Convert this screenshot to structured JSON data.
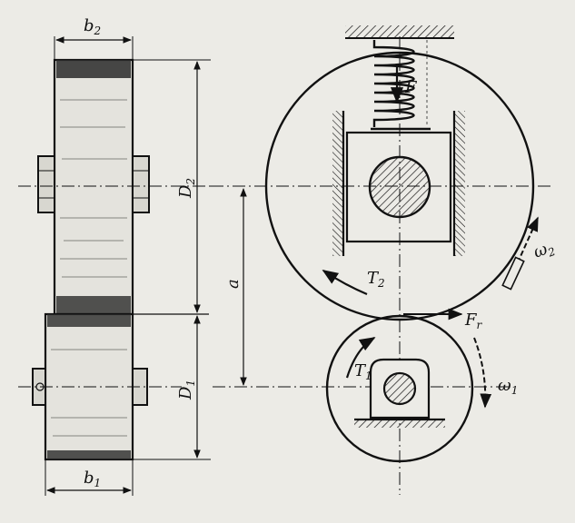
{
  "labels": {
    "b2": {
      "main": "b",
      "sub": "2"
    },
    "b1": {
      "main": "b",
      "sub": "1"
    },
    "D2": {
      "main": "D",
      "sub": "2"
    },
    "D1": {
      "main": "D",
      "sub": "1"
    },
    "a": {
      "main": "a",
      "sub": ""
    },
    "F": {
      "main": "F",
      "sub": ""
    },
    "Fr": {
      "main": "F",
      "sub": "r"
    },
    "T2": {
      "main": "T",
      "sub": "2"
    },
    "T1": {
      "main": "T",
      "sub": "1"
    },
    "w2": {
      "main": "ω",
      "sub": "2"
    },
    "w1": {
      "main": "ω",
      "sub": "1"
    }
  },
  "colors": {
    "paper": "#ecebe6",
    "ink": "#111111"
  }
}
